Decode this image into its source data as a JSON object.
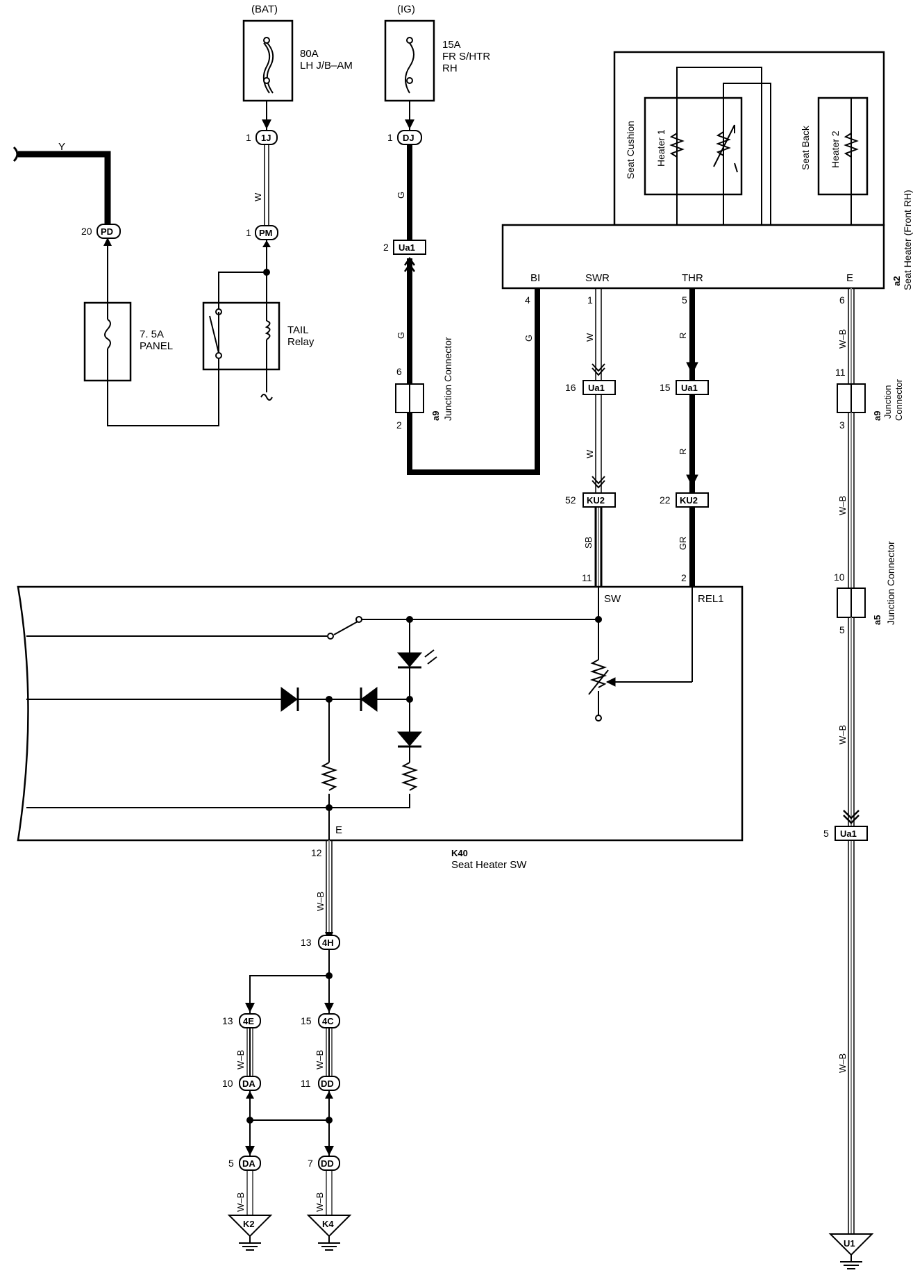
{
  "sources": {
    "bat": "(BAT)",
    "ig": "(IG)"
  },
  "fuses": {
    "f80": {
      "amp": "80A",
      "name": "LH J/B–AM"
    },
    "f15": {
      "amp": "15A",
      "name1": "FR S/HTR",
      "name2": "RH"
    },
    "panel": {
      "amp": "7. 5A",
      "name": "PANEL"
    }
  },
  "relay": {
    "name1": "TAIL",
    "name2": "Relay"
  },
  "wires": {
    "y": "Y",
    "w": "W",
    "g": "G",
    "r": "R",
    "sb": "SB",
    "gr": "GR",
    "wb": "W–B"
  },
  "connectors": {
    "pd": "PD",
    "j1": "1J",
    "pm": "PM",
    "dj": "DJ",
    "ua1": "Ua1",
    "ku2": "KU2",
    "h4": "4H",
    "e4": "4E",
    "c4": "4C",
    "da": "DA",
    "dd": "DD"
  },
  "pins": {
    "p20": "20",
    "p1": "1",
    "p2": "2",
    "p6": "6",
    "p4": "4",
    "p5": "5",
    "p16": "16",
    "p15": "15",
    "p52": "52",
    "p22": "22",
    "p11": "11",
    "p3": "3",
    "p10": "10",
    "p12": "12",
    "p13": "13",
    "p7": "7"
  },
  "junction": {
    "a9_code": "a9",
    "a5_code": "a5",
    "label": "Junction Connector",
    "label1": "Junction",
    "label2": "Connector"
  },
  "seat_heater": {
    "code": "a2",
    "name": "Seat Heater (Front RH)",
    "cushion": "Seat Cushion",
    "back": "Seat Back",
    "heater1": "Heater 1",
    "heater2": "Heater 2",
    "term_bi": "BI",
    "term_swr": "SWR",
    "term_thr": "THR",
    "term_e": "E"
  },
  "switch": {
    "code": "K40",
    "name": "Seat Heater SW",
    "term_sw": "SW",
    "term_rel1": "REL1",
    "term_e": "E"
  },
  "grounds": {
    "k2": "K2",
    "k4": "K4",
    "u1": "U1"
  }
}
